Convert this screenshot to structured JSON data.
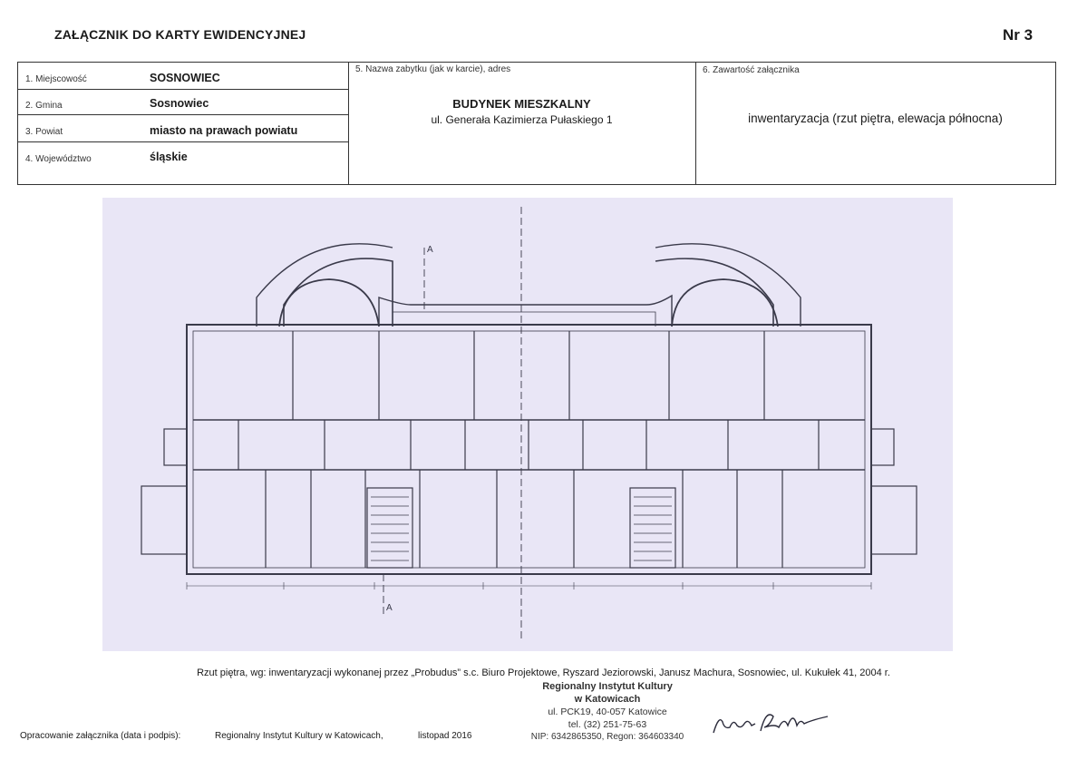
{
  "header": {
    "title": "ZAŁĄCZNIK DO KARTY EWIDENCYJNEJ",
    "number": "Nr 3"
  },
  "fields": {
    "miejscowosc": {
      "label": "1. Miejscowość",
      "value": "SOSNOWIEC"
    },
    "gmina": {
      "label": "2. Gmina",
      "value": "Sosnowiec"
    },
    "powiat": {
      "label": "3. Powiat",
      "value": "miasto na prawach powiatu"
    },
    "wojewodztwo": {
      "label": "4. Województwo",
      "value": "śląskie"
    },
    "nazwa": {
      "label": "5. Nazwa zabytku (jak w karcie), adres",
      "name": "BUDYNEK MIESZKALNY",
      "address": "ul. Generała Kazimierza Pułaskiego 1"
    },
    "zawartosc": {
      "label": "6. Zawartość załącznika",
      "value": "inwentaryzacja (rzut piętra, elewacja północna)"
    }
  },
  "plan": {
    "section_mark": "A"
  },
  "caption": "Rzut piętra, wg: inwentaryzacji wykonanej przez „Probudus” s.c. Biuro Projektowe, Ryszard Jeziorowski, Janusz Machura, Sosnowiec, ul. Kukułek 41, 2004 r.",
  "footer": {
    "label": "Opracowanie załącznika (data i podpis):",
    "institution": "Regionalny Instytut Kultury w Katowicach,",
    "date": "listopad  2016"
  },
  "stamp": {
    "line1": "Regionalny Instytut Kultury",
    "line2": "w Katowicach",
    "line3": "ul. PCK19, 40-057 Katowice",
    "line4": "tel. (32) 251-75-63",
    "line5": "NIP: 6342865350, Regon: 364603340"
  },
  "colors": {
    "sheet": "#e9e6f6",
    "lines": "#3a3a4a"
  }
}
